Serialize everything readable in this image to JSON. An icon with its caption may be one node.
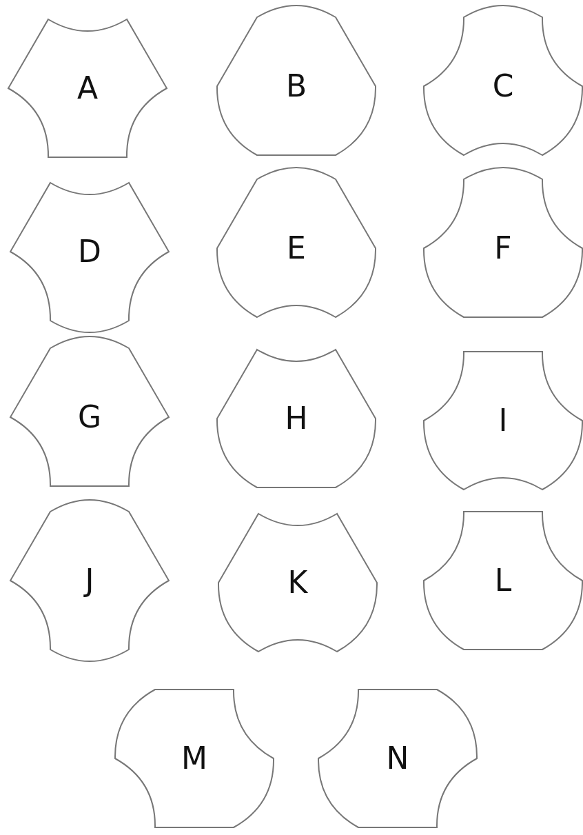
{
  "diagram": {
    "nodes": [
      {
        "text": [
          "A"
        ]
      },
      {
        "text": [
          "B"
        ]
      },
      {
        "text": [
          "C"
        ]
      },
      {
        "text": [
          "D"
        ]
      },
      {
        "text": [
          "E"
        ]
      },
      {
        "text": [
          "F"
        ]
      },
      {
        "text": [
          "G"
        ]
      },
      {
        "text": [
          "H"
        ]
      },
      {
        "text": [
          "I"
        ]
      },
      {
        "text": [
          "J"
        ]
      },
      {
        "text": [
          "K"
        ]
      },
      {
        "text": [
          "L"
        ]
      },
      {
        "text": [
          "M"
        ]
      },
      {
        "text": [
          "N"
        ]
      }
    ]
  }
}
